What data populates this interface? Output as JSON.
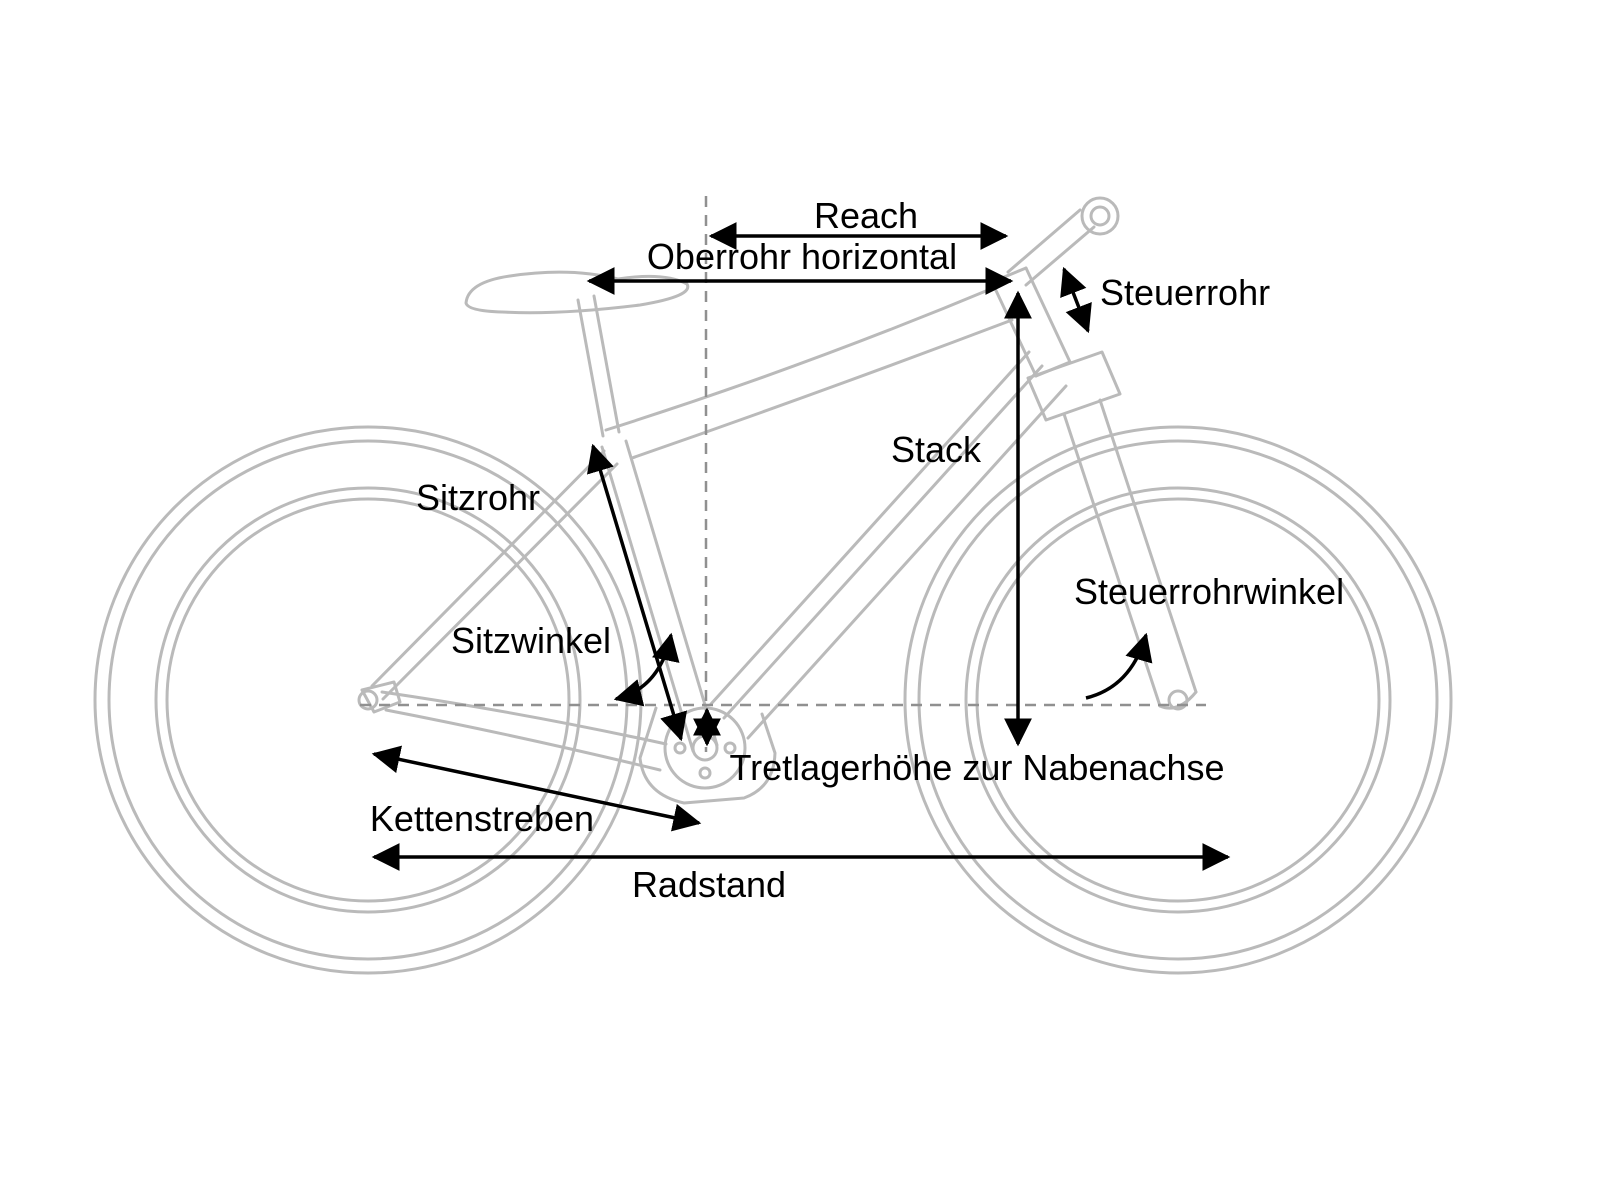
{
  "diagram": {
    "type": "bike-geometry",
    "labels": {
      "reach": "Reach",
      "oberrohr_horizontal": "Oberrohr horizontal",
      "steuerrohr": "Steuerrohr",
      "stack": "Stack",
      "sitzrohr": "Sitzrohr",
      "sitzwinkel": "Sitzwinkel",
      "steuerrohrwinkel": "Steuerrohrwinkel",
      "tretlagerhoehe": "Tretlagerhöhe zur Nabenachse",
      "kettenstreben": "Kettenstreben",
      "radstand": "Radstand"
    },
    "colors": {
      "background": "#ffffff",
      "bike_outline": "#bababa",
      "annotation": "#000000",
      "guide_dash": "#909090"
    }
  }
}
